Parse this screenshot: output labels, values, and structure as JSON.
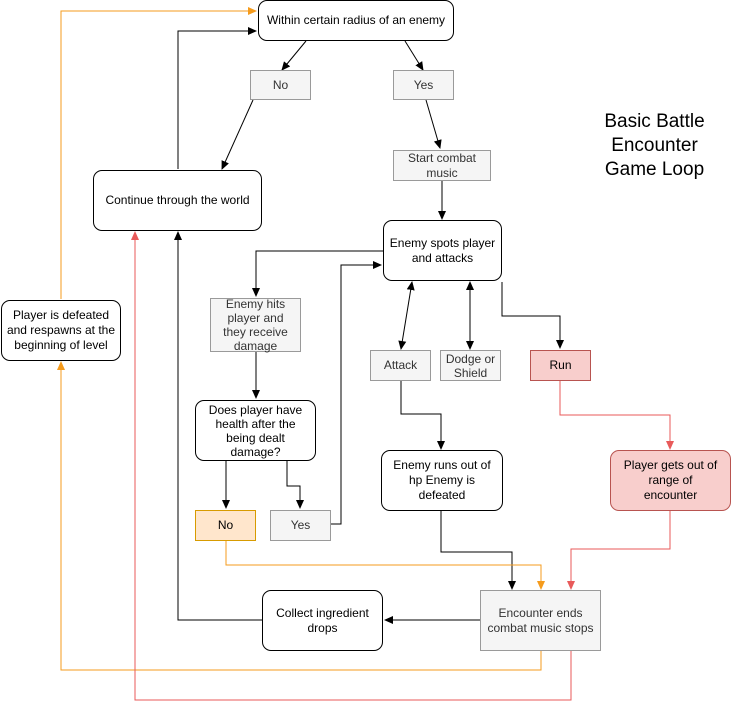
{
  "title_lines": [
    "Basic Battle",
    "Encounter",
    "Game Loop"
  ],
  "nodes": {
    "radius": "Within certain radius of an enemy",
    "no_top": "No",
    "yes_top": "Yes",
    "continue": "Continue through the world",
    "music": "Start combat music",
    "spots": "Enemy spots player and attacks",
    "defeated_player": "Player is defeated and respawns at the beginning of level",
    "hits": "Enemy hits player and they receive damage",
    "attack": "Attack",
    "dodge": "Dodge or Shield",
    "run": "Run",
    "health": "Does player have health after the being dealt damage?",
    "enemy_defeated": "Enemy runs out of hp Enemy is defeated",
    "out_of_range": "Player gets out of range of encounter",
    "no_health": "No",
    "yes_health": "Yes",
    "collect": "Collect ingredient drops",
    "ends": "Encounter ends combat music stops"
  },
  "colors": {
    "black": "#000000",
    "orange": "#f59b1c",
    "red": "#e85a5a"
  }
}
